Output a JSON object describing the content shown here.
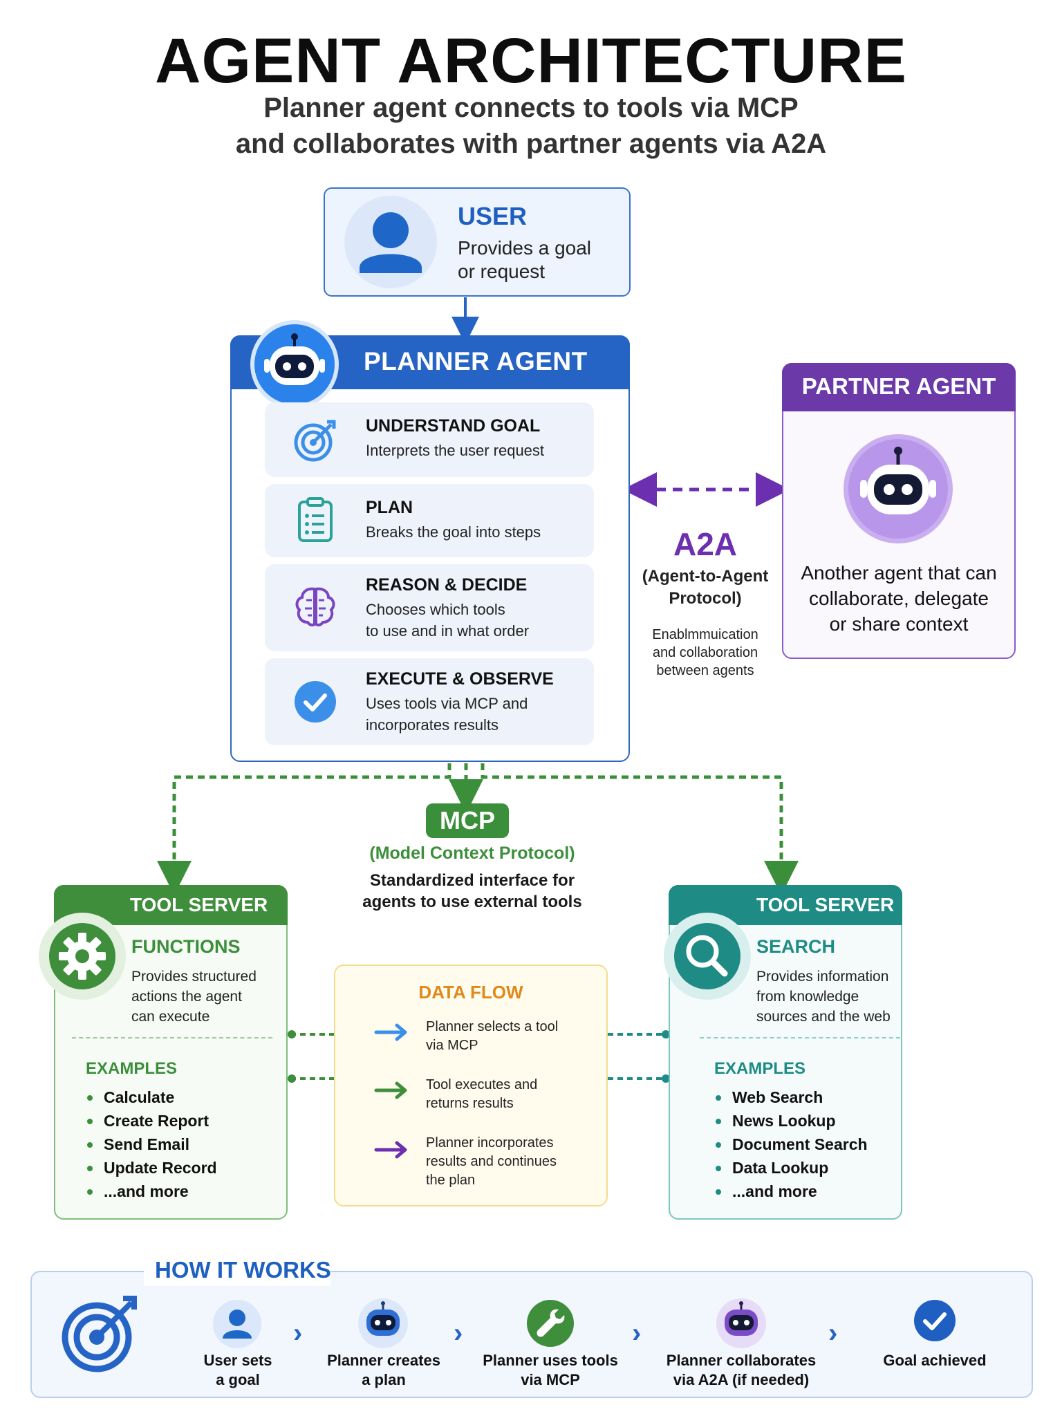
{
  "header": {
    "title": "AGENT ARCHITECTURE",
    "subtitle_line1": "Planner agent connects to tools via MCP",
    "subtitle_line2": "and collaborates with partner agents via A2A"
  },
  "user": {
    "title": "USER",
    "desc_line1": "Provides a goal",
    "desc_line2": "or request",
    "icon": "user-icon"
  },
  "planner": {
    "title": "PLANNER AGENT",
    "icon": "robot-icon",
    "steps": [
      {
        "title": "UNDERSTAND GOAL",
        "desc_line1": "Interprets the user request",
        "desc_line2": "",
        "icon": "target-icon"
      },
      {
        "title": "PLAN",
        "desc_line1": "Breaks the goal into steps",
        "desc_line2": "",
        "icon": "clipboard-icon"
      },
      {
        "title": "REASON & DECIDE",
        "desc_line1": "Chooses which tools",
        "desc_line2": "to use and in what order",
        "icon": "brain-icon"
      },
      {
        "title": "EXECUTE & OBSERVE",
        "desc_line1": "Uses tools via MCP and",
        "desc_line2": "incorporates results",
        "icon": "check-circle-icon"
      }
    ]
  },
  "partner": {
    "title": "PARTNER AGENT",
    "desc_line1": "Another agent that can",
    "desc_line2": "collaborate, delegate",
    "desc_line3": "or share context",
    "icon": "robot-icon"
  },
  "a2a": {
    "title": "A2A",
    "sub_line1": "(Agent-to-Agent",
    "sub_line2": "Protocol)",
    "desc_line1": "Enablmmuication",
    "desc_line2": "and collaboration",
    "desc_line3": "between agents"
  },
  "mcp": {
    "badge": "MCP",
    "subtitle": "(Model Context Protocol)",
    "desc_line1": "Standardized interface for",
    "desc_line2": "agents to use external tools"
  },
  "tool_left": {
    "header": "TOOL SERVER",
    "name": "FUNCTIONS",
    "desc_line1": "Provides structured",
    "desc_line2": "actions the agent",
    "desc_line3": "can execute",
    "examples_title": "EXAMPLES",
    "examples": [
      "Calculate",
      "Create Report",
      "Send Email",
      "Update Record",
      "...and more"
    ],
    "icon": "gear-icon"
  },
  "tool_right": {
    "header": "TOOL SERVER",
    "name": "SEARCH",
    "desc_line1": "Provides information",
    "desc_line2": "from knowledge",
    "desc_line3": "sources and the web",
    "examples_title": "EXAMPLES",
    "examples": [
      "Web Search",
      "News Lookup",
      "Document Search",
      "Data Lookup",
      "...and more"
    ],
    "icon": "magnifier-icon"
  },
  "data_flow": {
    "title": "DATA FLOW",
    "items": [
      {
        "line1": "Planner selects a tool",
        "line2": "via MCP",
        "line3": "",
        "color": "#3b8fe8"
      },
      {
        "line1": "Tool executes and",
        "line2": "returns results",
        "line3": "",
        "color": "#3f8e3c"
      },
      {
        "line1": "Planner incorporates",
        "line2": "results and continues",
        "line3": "the plan",
        "color": "#6b2fb0"
      }
    ]
  },
  "how_it_works": {
    "title": "HOW IT WORKS",
    "steps": [
      {
        "line1": "User sets",
        "line2": "a goal",
        "icon": "user-icon"
      },
      {
        "line1": "Planner creates",
        "line2": "a plan",
        "icon": "robot-icon"
      },
      {
        "line1": "Planner uses tools",
        "line2": "via MCP",
        "icon": "wrench-icon"
      },
      {
        "line1": "Planner collaborates",
        "line2": "via A2A (if needed)",
        "icon": "robot-icon"
      },
      {
        "line1": "Goal achieved",
        "line2": "",
        "icon": "check-circle-icon"
      }
    ]
  },
  "colors": {
    "planner_blue": "#2563c4",
    "partner_purple": "#6b3aa8",
    "mcp_green": "#3b8f3a",
    "search_teal": "#1e8c84",
    "flow_orange": "#e0891a"
  }
}
